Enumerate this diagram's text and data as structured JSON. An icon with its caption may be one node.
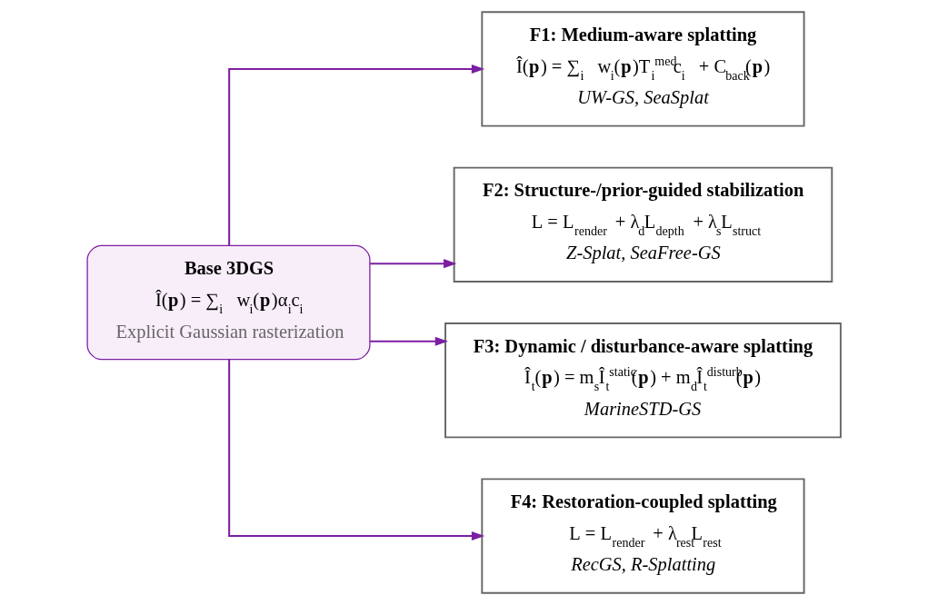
{
  "diagram": {
    "nodes": [
      {
        "text": [
          "Base 3DGS",
          "Î(**p**) = ∑$_{i}$ w$_{i}$(**p**)α$_{i}$c$_{i}$",
          "Explicit Gaussian rasterization"
        ]
      },
      {
        "text": [
          "F1: Medium-aware splatting",
          "Î(**p**) = ∑$_{i}$ w$_{i}$(**p**)T$_{i}$$^{med}$c$_{i}$ + C$_{back}$(**p**)",
          "UW-GS, SeaSplat"
        ]
      },
      {
        "text": [
          "F2: Structure-/prior-guided stabilization",
          "L = L$_{render}$ + λ$_{d}$L$_{depth}$ + λ$_{s}$L$_{struct}$",
          "Z-Splat, SeaFree-GS"
        ]
      },
      {
        "text": [
          "F3: Dynamic / disturbance-aware splatting",
          "Î$_{t}$(**p**) = m$_{s}$Î$_{t}$$^{static}$(**p**) + m$_{d}$Î$_{t}$$^{disturb}$(**p**)",
          "MarineSTD-GS"
        ]
      },
      {
        "text": [
          "F4: Restoration-coupled splatting",
          "L = L$_{render}$ + λ$_{rest}$L$_{rest}$",
          "RecGS, R-Splatting"
        ]
      }
    ],
    "edges": [
      {
        "from": 0,
        "to": 1,
        "arrow": "to"
      },
      {
        "from": 0,
        "to": 2,
        "arrow": "to"
      },
      {
        "from": 0,
        "to": 3,
        "arrow": "to"
      },
      {
        "from": 0,
        "to": 4,
        "arrow": "to"
      }
    ]
  }
}
